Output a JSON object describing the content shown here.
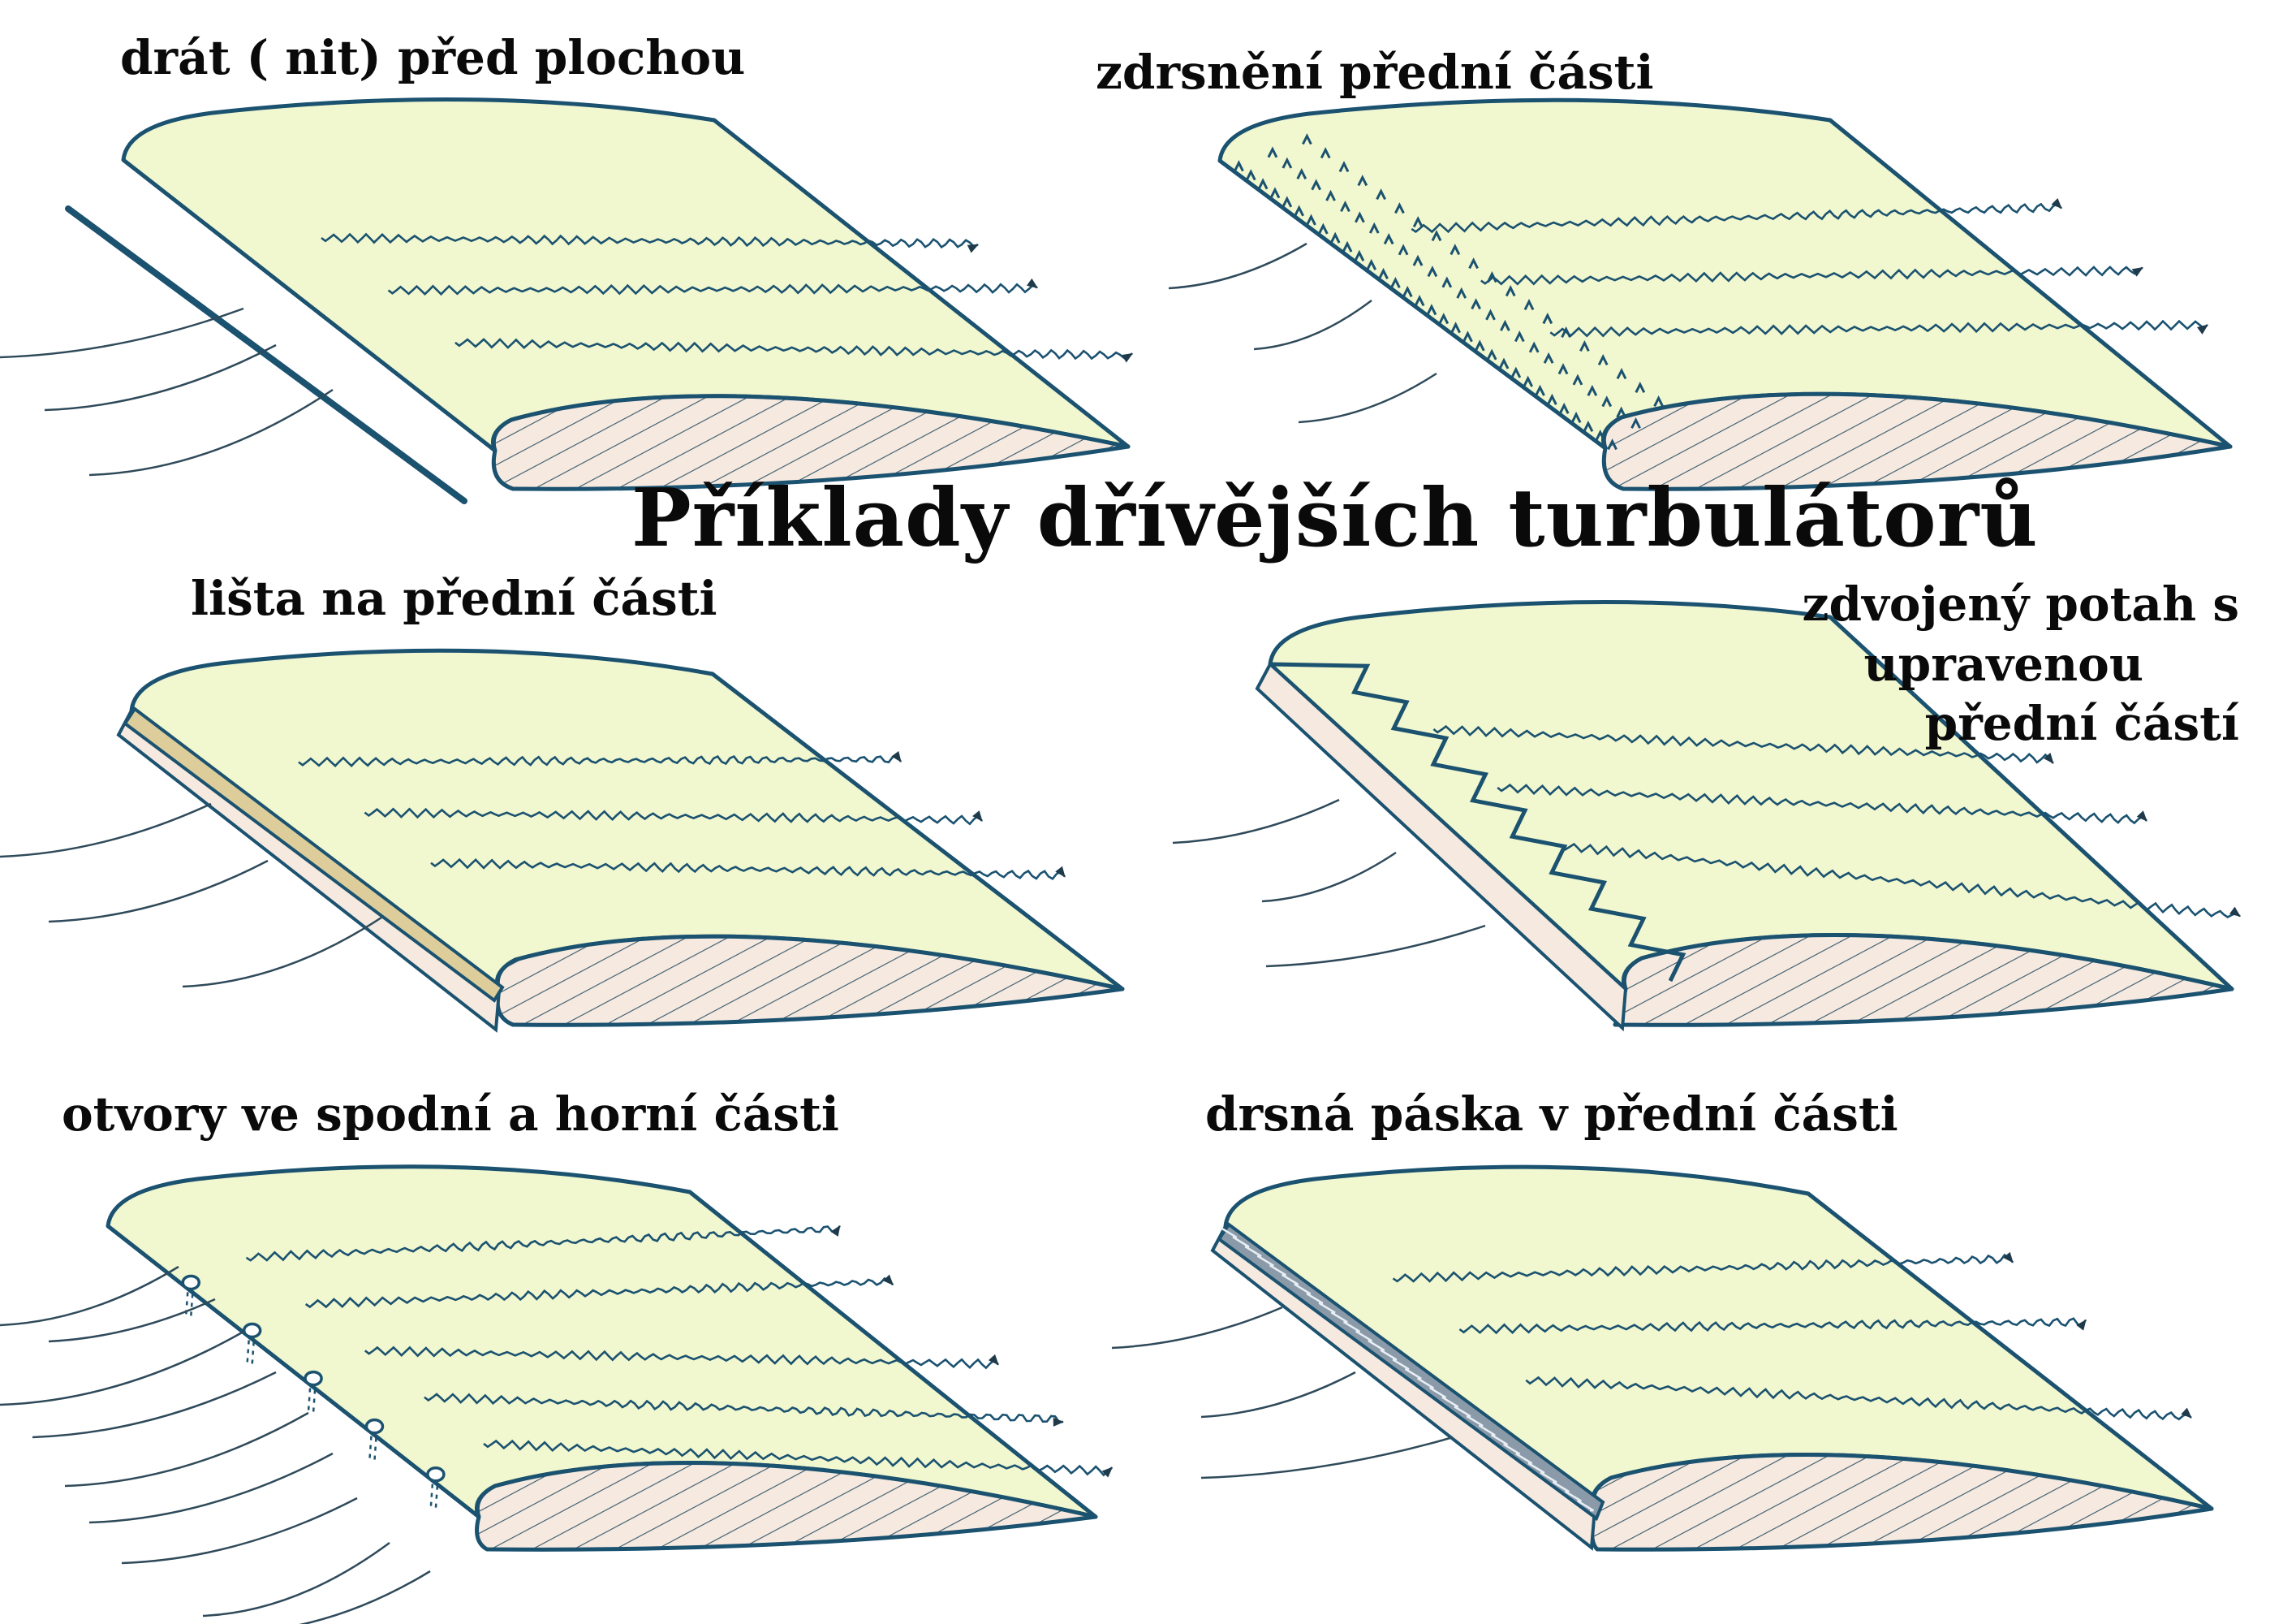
{
  "title": "Příklady dřívějších turbulátorů",
  "panels": {
    "p1": {
      "caption": "drát ( nit) před plochou"
    },
    "p2": {
      "caption": "zdrsnění přední části"
    },
    "p3": {
      "caption": "lišta na přední části"
    },
    "p4": {
      "caption_lines": [
        "zdvojený potah s",
        "upravenou",
        "přední částí"
      ]
    },
    "p5": {
      "caption": "otvory ve spodní a horní části"
    },
    "p6": {
      "caption": "drsná páska v přední části"
    }
  },
  "colors": {
    "wing_fill": "#f1f7cf",
    "outline": "#1b5270",
    "section_fill": "#f6e9df",
    "strip_fill": "#dccd9a",
    "flow_line": "#2f4a5a",
    "text": "#0a0a0a"
  }
}
